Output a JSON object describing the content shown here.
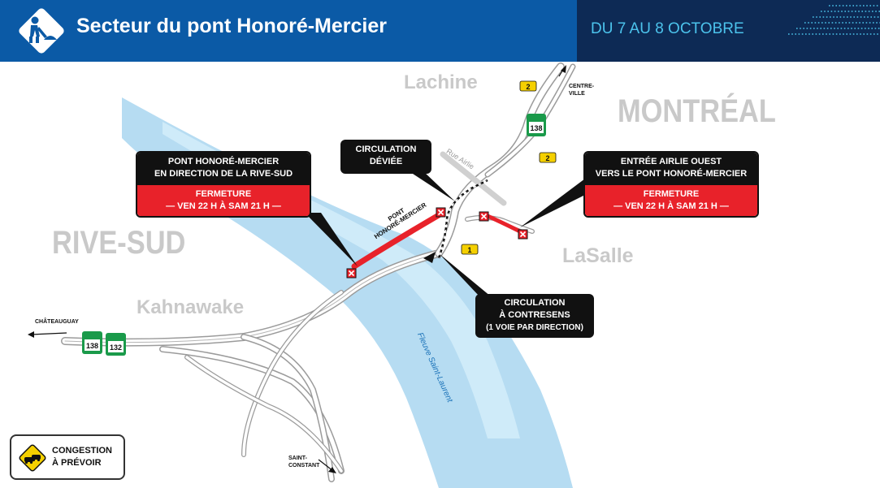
{
  "header": {
    "title": "Secteur du pont Honoré-Mercier",
    "date": "DU 7 AU 8 OCTOBRE",
    "icon": "road-worker-icon"
  },
  "colors": {
    "header_blue": "#0b5aa6",
    "header_navy": "#0d2a55",
    "date_cyan": "#4cc3ec",
    "closure_red": "#e8222a",
    "river_blue": "#a9d6f0",
    "highway_sign_green": "#1a9a4a",
    "route_sign_yellow": "#f5d000"
  },
  "places": {
    "montreal": "MONTRÉAL",
    "rive_sud": "RIVE-SUD",
    "lachine": "Lachine",
    "lasalle": "LaSalle",
    "kahnawake": "Kahnawake",
    "centre_ville_1": "CENTRE-",
    "centre_ville_2": "VILLE",
    "chateauguay": "CHÂTEAUGUAY",
    "saint_constant_1": "SAINT-",
    "saint_constant_2": "CONSTANT",
    "rue_airlie": "Rue Airlie",
    "fleuve": "Fleuve Saint-Laurent",
    "pont_1": "PONT",
    "pont_2": "HONORÉ-MERCIER"
  },
  "callouts": {
    "pont": {
      "head_1": "PONT HONORÉ-MERCIER",
      "head_2": "EN DIRECTION DE LA RIVE-SUD",
      "body_1": "FERMETURE",
      "body_2": "— VEN 22 H À SAM 21 H —"
    },
    "airlie": {
      "head_1": "ENTRÉE AIRLIE OUEST",
      "head_2": "VERS LE PONT HONORÉ-MERCIER",
      "body_1": "FERMETURE",
      "body_2": "— VEN 22 H À SAM 21 H —"
    },
    "deviee": {
      "line_1": "CIRCULATION",
      "line_2": "DÉVIÉE"
    },
    "contresens": {
      "line_1": "CIRCULATION",
      "line_2": "À CONTRESENS",
      "line_3": "(1 VOIE PAR DIRECTION)"
    }
  },
  "route_signs": {
    "r138_top": "138",
    "r138_left": "138",
    "r132": "132",
    "exit_2a": "2",
    "exit_2b": "2",
    "exit_1": "1"
  },
  "congestion": {
    "line_1": "CONGESTION",
    "line_2": "À PRÉVOIR",
    "icon": "traffic-warning-icon"
  }
}
